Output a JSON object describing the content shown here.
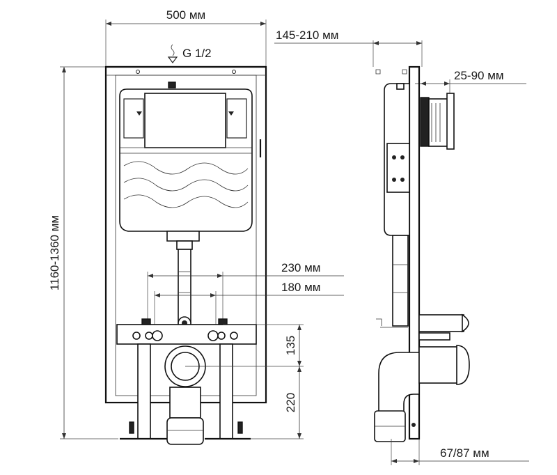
{
  "dimensions": {
    "width_top": "500 мм",
    "water_inlet": "G 1/2",
    "depth": "145-210 мм",
    "wall_offset": "25-90 мм",
    "height": "1160-1360 мм",
    "stud_spacing_outer": "230 мм",
    "stud_spacing_inner": "180 мм",
    "drain_height": "135",
    "bottom_height": "220",
    "bottom_depth": "67/87 мм"
  },
  "colors": {
    "line": "#111111",
    "text": "#1a1a1a",
    "background": "#ffffff"
  }
}
